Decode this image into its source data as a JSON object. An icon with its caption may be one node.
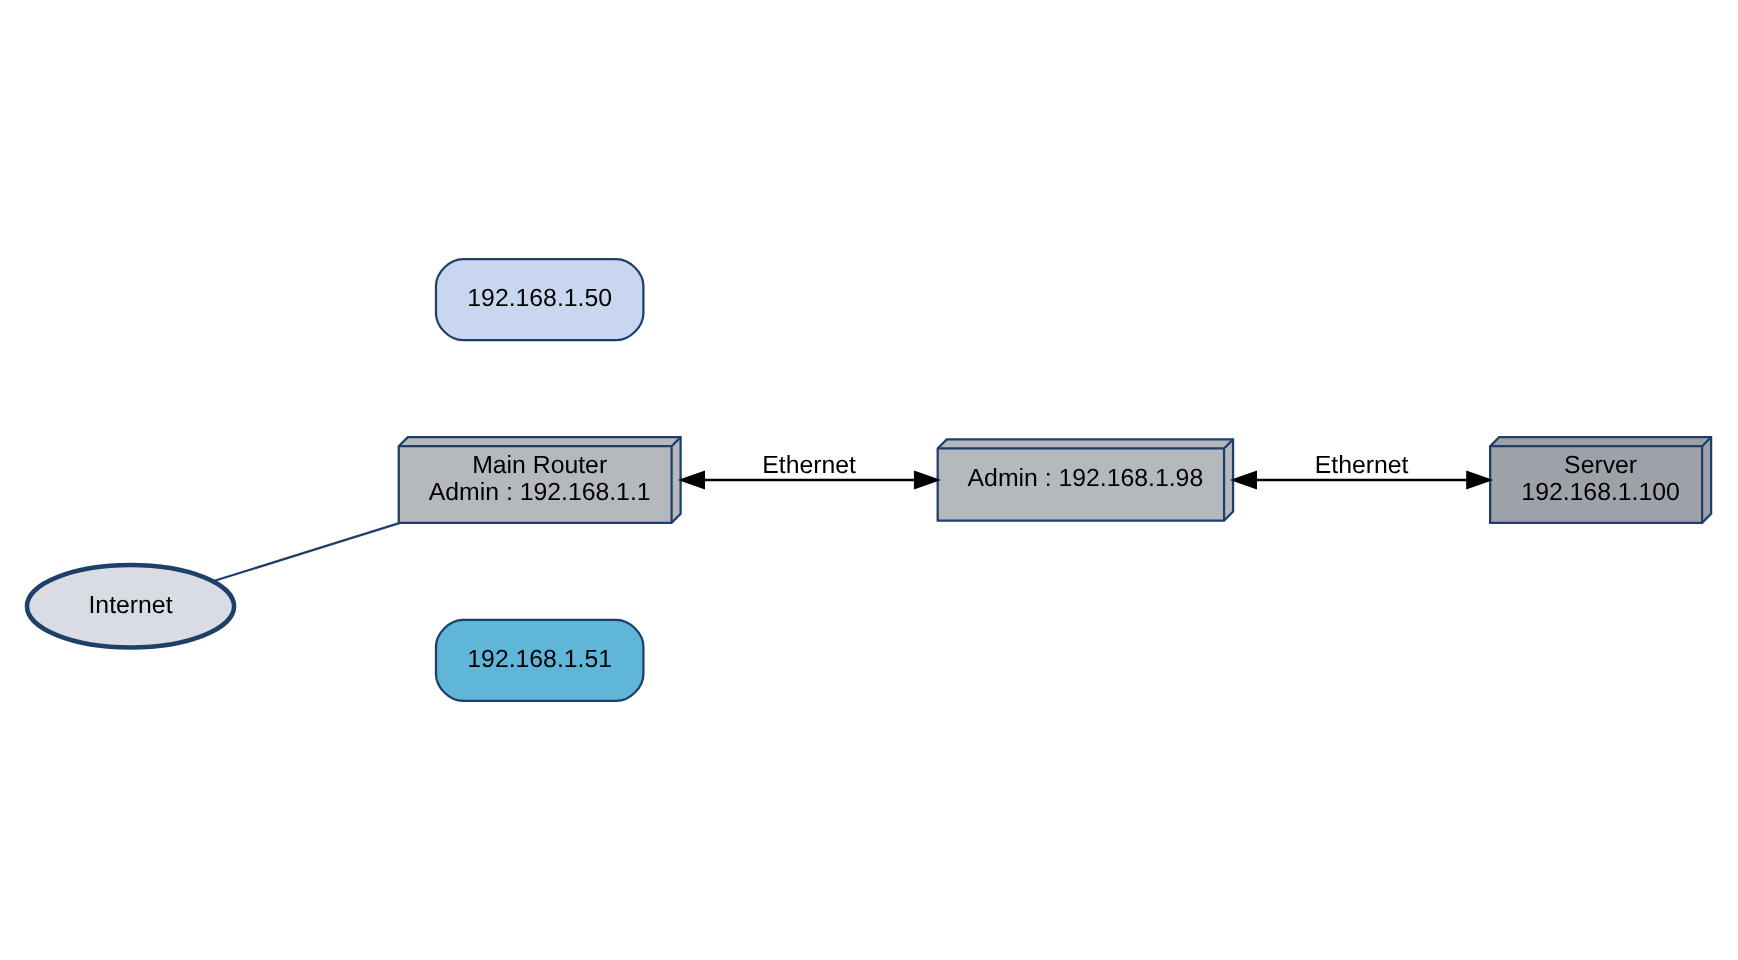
{
  "diagram": {
    "nodes": [
      {
        "text": [
          "Internet"
        ]
      },
      {
        "text": [
          "Main Router",
          "Admin : 192.168.1.1"
        ]
      },
      {
        "text": [
          "Admin : 192.168.1.98"
        ]
      },
      {
        "text": [
          "Server",
          "192.168.1.100"
        ]
      },
      {
        "text": [
          "192.168.1.51"
        ]
      },
      {
        "text": [
          "192.168.1.50"
        ]
      }
    ],
    "edges": [
      {
        "from": 0,
        "to": 1,
        "arrow": "none",
        "color": "#1f3f6b"
      },
      {
        "from": 1,
        "to": 2,
        "label": "Ethernet",
        "arrow": "both"
      },
      {
        "from": 2,
        "to": 3,
        "label": "Ethernet",
        "arrow": "both"
      }
    ]
  }
}
